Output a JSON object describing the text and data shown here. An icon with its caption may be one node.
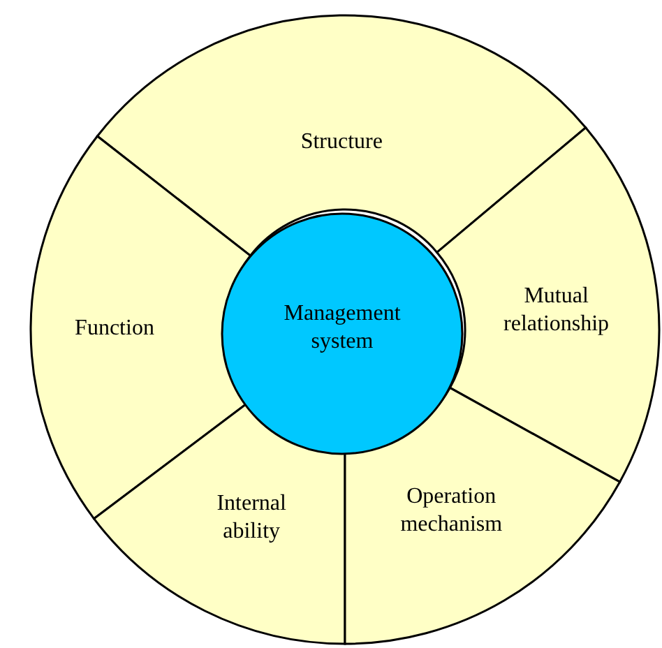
{
  "diagram": {
    "nodes": [
      {
        "text": [
          "Structure"
        ]
      },
      {
        "text": [
          "Function"
        ]
      },
      {
        "text": [
          "Management system"
        ]
      },
      {
        "text": [
          "Mutual relationship"
        ]
      },
      {
        "text": [
          "Internal ability"
        ]
      },
      {
        "text": [
          "Operation mechanism"
        ]
      }
    ]
  }
}
